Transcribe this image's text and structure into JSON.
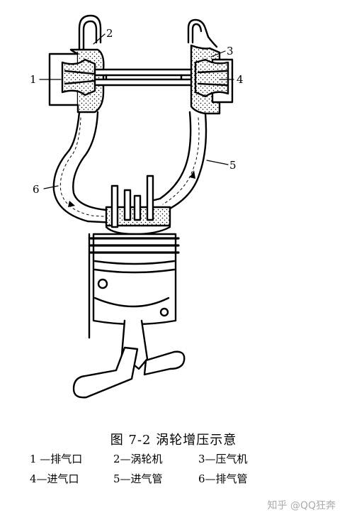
{
  "labels": {
    "n1": "1",
    "n2": "2",
    "n3": "3",
    "n4": "4",
    "n5": "5",
    "n6": "6"
  },
  "caption": {
    "title": "图 7-2    涡轮增压示意",
    "legend": [
      "1 —排气口",
      "2—涡轮机",
      "3—压气机",
      "4—进气口",
      "5—进气管",
      "6—排气管"
    ]
  },
  "watermark": "知乎 @QQ狂奔",
  "colors": {
    "ink": "#000000",
    "paper": "#ffffff",
    "watermark": "#aaaaaa"
  }
}
